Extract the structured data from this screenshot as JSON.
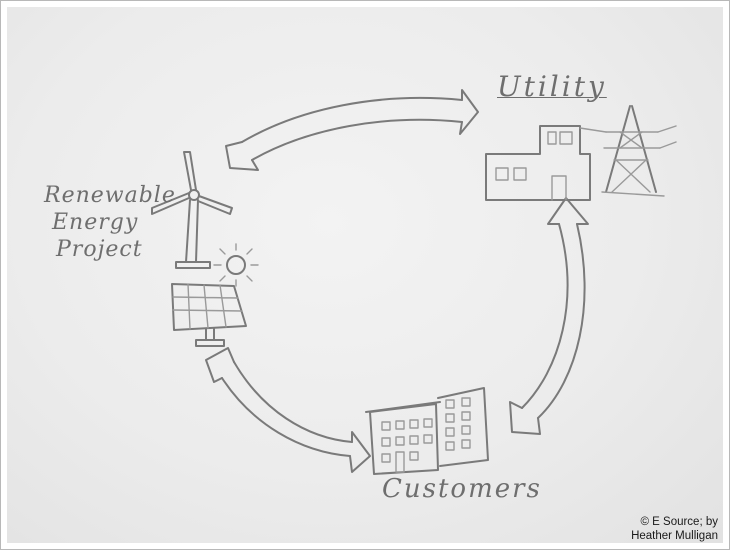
{
  "labels": {
    "renewable_line1": "Renewable",
    "renewable_line2": "Energy",
    "renewable_line3": "Project",
    "utility": "Utility",
    "customers": "Customers"
  },
  "credit": {
    "line1": "© E Source; by",
    "line2": "Heather Mulligan"
  },
  "colors": {
    "pencil": "#7a7a7a",
    "paper": "#ececec",
    "credit_text": "#1a1a1a"
  },
  "icons": [
    "wind-turbine-icon",
    "sun-icon",
    "solar-panel-icon",
    "utility-building-icon",
    "transmission-tower-icon",
    "office-buildings-icon"
  ]
}
